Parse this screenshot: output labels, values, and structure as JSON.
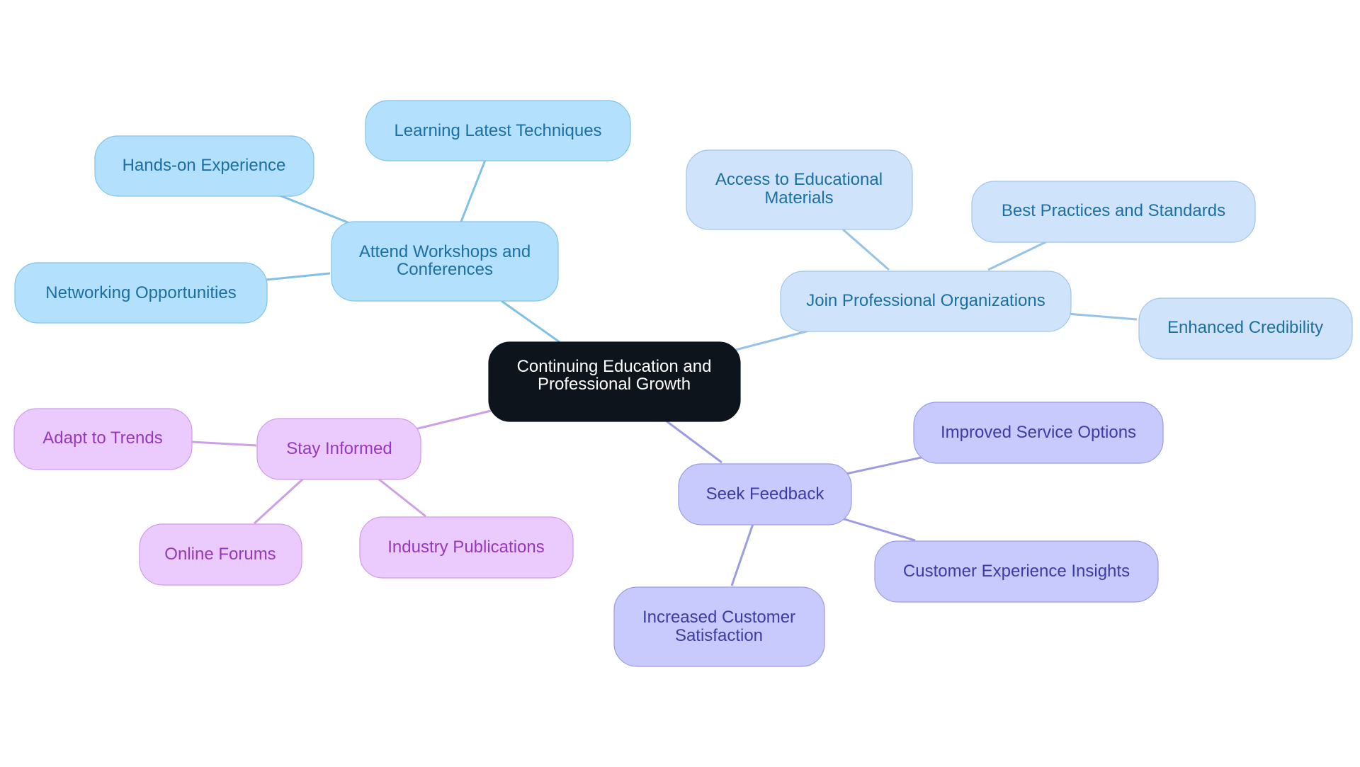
{
  "root": {
    "lines": [
      "Continuing Education and",
      "Professional Growth"
    ]
  },
  "branches": [
    {
      "id": "workshops",
      "lines": [
        "Attend Workshops and",
        "Conferences"
      ],
      "leaves": [
        {
          "id": "hands-on",
          "lines": [
            "Hands-on Experience"
          ]
        },
        {
          "id": "latest-techniques",
          "lines": [
            "Learning Latest Techniques"
          ]
        },
        {
          "id": "networking",
          "lines": [
            "Networking Opportunities"
          ]
        }
      ]
    },
    {
      "id": "professional-orgs",
      "lines": [
        "Join Professional Organizations"
      ],
      "leaves": [
        {
          "id": "educational-materials",
          "lines": [
            "Access to Educational",
            "Materials"
          ]
        },
        {
          "id": "best-practices",
          "lines": [
            "Best Practices and Standards"
          ]
        },
        {
          "id": "credibility",
          "lines": [
            "Enhanced Credibility"
          ]
        }
      ]
    },
    {
      "id": "feedback",
      "lines": [
        "Seek Feedback"
      ],
      "leaves": [
        {
          "id": "service-options",
          "lines": [
            "Improved Service Options"
          ]
        },
        {
          "id": "cx-insights",
          "lines": [
            "Customer Experience Insights"
          ]
        },
        {
          "id": "satisfaction",
          "lines": [
            "Increased Customer",
            "Satisfaction"
          ]
        }
      ]
    },
    {
      "id": "stay-informed",
      "lines": [
        "Stay Informed"
      ],
      "leaves": [
        {
          "id": "trends",
          "lines": [
            "Adapt to Trends"
          ]
        },
        {
          "id": "forums",
          "lines": [
            "Online Forums"
          ]
        },
        {
          "id": "publications",
          "lines": [
            "Industry Publications"
          ]
        }
      ]
    }
  ],
  "colors": {
    "root_fill": "#0d141c",
    "workshops_fill": "#b3e0fd",
    "organizations_fill": "#cfe4fb",
    "feedback_fill": "#c8c9fc",
    "informed_fill": "#ebcafd",
    "workshops_text": "#1c6fa3",
    "feedback_text": "#3b3ca7",
    "informed_text": "#9439bd"
  }
}
